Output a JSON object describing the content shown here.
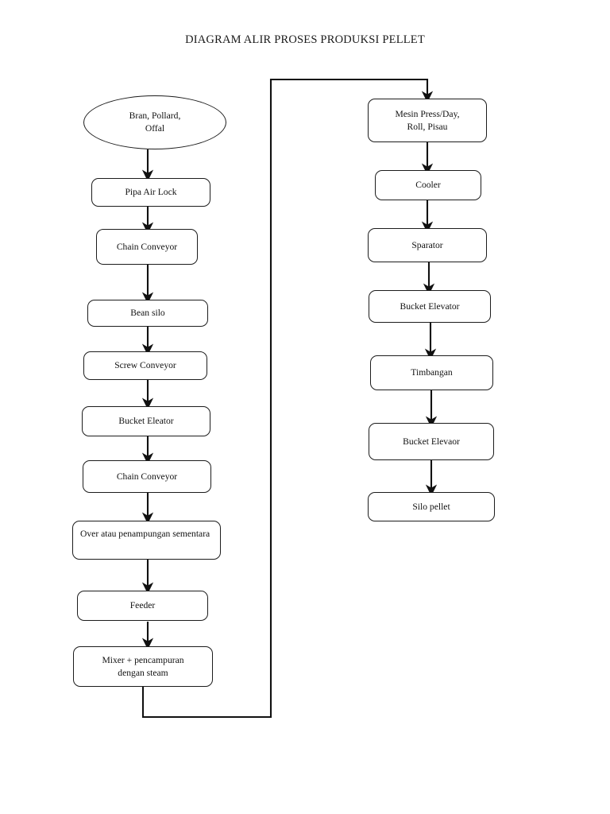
{
  "page": {
    "title": "DIAGRAM ALIR PROSES PRODUKSI PELLET",
    "background_color": "#ffffff",
    "line_color": "#1c1c1c",
    "text_color": "#111111"
  },
  "chart_data": {
    "type": "diagram",
    "diagram_kind": "process-flowchart",
    "title": "DIAGRAM ALIR PROSES PRODUKSI PELLET",
    "orientation": "two-column-serpentine",
    "nodes": [
      {
        "id": "n1",
        "label": "Bran, Pollard,\nOffal",
        "shape": "ellipse",
        "column": "left",
        "order": 1
      },
      {
        "id": "n2",
        "label": "Pipa Air Lock",
        "shape": "rounded-rect",
        "column": "left",
        "order": 2
      },
      {
        "id": "n3",
        "label": "Chain Conveyor",
        "shape": "rounded-rect",
        "column": "left",
        "order": 3
      },
      {
        "id": "n4",
        "label": "Bean silo",
        "shape": "rounded-rect",
        "column": "left",
        "order": 4
      },
      {
        "id": "n5",
        "label": "Screw Conveyor",
        "shape": "rounded-rect",
        "column": "left",
        "order": 5
      },
      {
        "id": "n6",
        "label": "Bucket Eleator",
        "shape": "rounded-rect",
        "column": "left",
        "order": 6
      },
      {
        "id": "n7",
        "label": "Chain Conveyor",
        "shape": "rounded-rect",
        "column": "left",
        "order": 7
      },
      {
        "id": "n8",
        "label": "Over atau penampungan sementara",
        "shape": "rounded-rect",
        "column": "left",
        "order": 8
      },
      {
        "id": "n9",
        "label": "Feeder",
        "shape": "rounded-rect",
        "column": "left",
        "order": 9
      },
      {
        "id": "n10",
        "label": "Mixer + pencampuran\ndengan steam",
        "shape": "rounded-rect",
        "column": "left",
        "order": 10
      },
      {
        "id": "n11",
        "label": "Mesin Press/Day,\nRoll, Pisau",
        "shape": "rounded-rect",
        "column": "right",
        "order": 11
      },
      {
        "id": "n12",
        "label": "Cooler",
        "shape": "rounded-rect",
        "column": "right",
        "order": 12
      },
      {
        "id": "n13",
        "label": "Sparator",
        "shape": "rounded-rect",
        "column": "right",
        "order": 13
      },
      {
        "id": "n14",
        "label": "Bucket Elevator",
        "shape": "rounded-rect",
        "column": "right",
        "order": 14
      },
      {
        "id": "n15",
        "label": "Timbangan",
        "shape": "rounded-rect",
        "column": "right",
        "order": 15
      },
      {
        "id": "n16",
        "label": "Bucket Elevaor",
        "shape": "rounded-rect",
        "column": "right",
        "order": 16
      },
      {
        "id": "n17",
        "label": "Silo pellet",
        "shape": "rounded-rect",
        "column": "right",
        "order": 17
      }
    ],
    "edges": [
      {
        "from": "n1",
        "to": "n2",
        "style": "straight-arrow"
      },
      {
        "from": "n2",
        "to": "n3",
        "style": "straight-arrow"
      },
      {
        "from": "n3",
        "to": "n4",
        "style": "straight-arrow"
      },
      {
        "from": "n4",
        "to": "n5",
        "style": "straight-arrow"
      },
      {
        "from": "n5",
        "to": "n6",
        "style": "straight-arrow"
      },
      {
        "from": "n6",
        "to": "n7",
        "style": "straight-arrow"
      },
      {
        "from": "n7",
        "to": "n8",
        "style": "straight-arrow"
      },
      {
        "from": "n8",
        "to": "n9",
        "style": "straight-arrow"
      },
      {
        "from": "n9",
        "to": "n10",
        "style": "straight-arrow"
      },
      {
        "from": "n10",
        "to": "n11",
        "style": "elbow-connector-arrow"
      },
      {
        "from": "n11",
        "to": "n12",
        "style": "straight-arrow"
      },
      {
        "from": "n12",
        "to": "n13",
        "style": "straight-arrow"
      },
      {
        "from": "n13",
        "to": "n14",
        "style": "straight-arrow"
      },
      {
        "from": "n14",
        "to": "n15",
        "style": "straight-arrow"
      },
      {
        "from": "n15",
        "to": "n16",
        "style": "straight-arrow"
      },
      {
        "from": "n16",
        "to": "n17",
        "style": "straight-arrow"
      }
    ]
  },
  "nodes": {
    "n1": {
      "label": "Bran, Pollard,\nOffal"
    },
    "n2": {
      "label": "Pipa Air Lock"
    },
    "n3": {
      "label": "Chain Conveyor"
    },
    "n4": {
      "label": "Bean silo"
    },
    "n5": {
      "label": "Screw Conveyor"
    },
    "n6": {
      "label": "Bucket Eleator"
    },
    "n7": {
      "label": "Chain Conveyor"
    },
    "n8": {
      "label": "Over atau penampungan sementara"
    },
    "n9": {
      "label": "Feeder"
    },
    "n10": {
      "label": "Mixer + pencampuran\ndengan steam"
    },
    "n11": {
      "label": "Mesin Press/Day,\nRoll, Pisau"
    },
    "n12": {
      "label": "Cooler"
    },
    "n13": {
      "label": "Sparator"
    },
    "n14": {
      "label": "Bucket Elevator"
    },
    "n15": {
      "label": "Timbangan"
    },
    "n16": {
      "label": "Bucket Elevaor"
    },
    "n17": {
      "label": "Silo pellet"
    }
  }
}
